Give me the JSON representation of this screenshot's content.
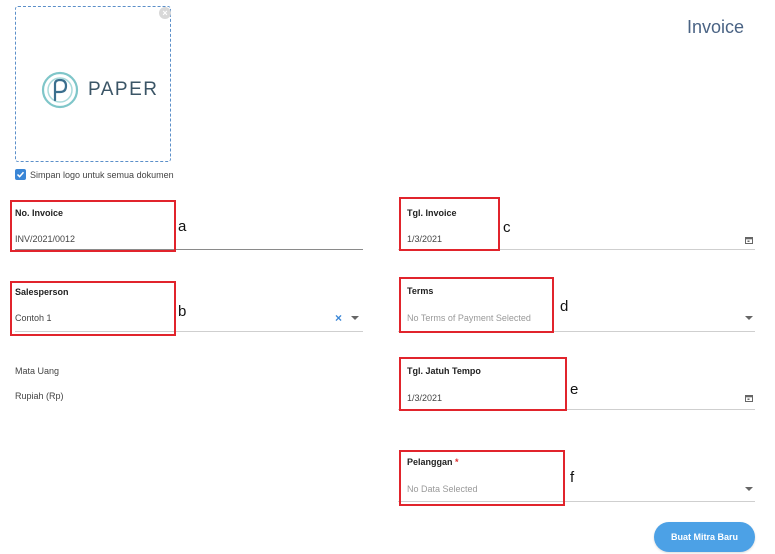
{
  "logo": {
    "brand": "PAPER",
    "save_label": "Simpan logo untuk semua dokumen",
    "save_checked": true
  },
  "page": {
    "title": "Invoice"
  },
  "form": {
    "no_invoice": {
      "label": "No. Invoice",
      "value": "INV/2021/0012"
    },
    "salesperson": {
      "label": "Salesperson",
      "value": "Contoh 1"
    },
    "mata_uang": {
      "label": "Mata Uang",
      "value": "Rupiah (Rp)"
    },
    "tgl_invoice": {
      "label": "Tgl. Invoice",
      "value": "1/3/2021"
    },
    "terms": {
      "label": "Terms",
      "placeholder": "No Terms of Payment Selected"
    },
    "tgl_jatuh_tempo": {
      "label": "Tgl. Jatuh Tempo",
      "value": "1/3/2021"
    },
    "pelanggan": {
      "label": "Pelanggan",
      "required_mark": "*",
      "placeholder": "No Data Selected"
    }
  },
  "annotations": [
    "a",
    "b",
    "c",
    "d",
    "e",
    "f"
  ],
  "actions": {
    "new_partner": "Buat Mitra Baru"
  },
  "colors": {
    "accent": "#3a86d6",
    "button": "#4ca1e6",
    "title": "#4a6384",
    "highlight": "#e1242c"
  }
}
